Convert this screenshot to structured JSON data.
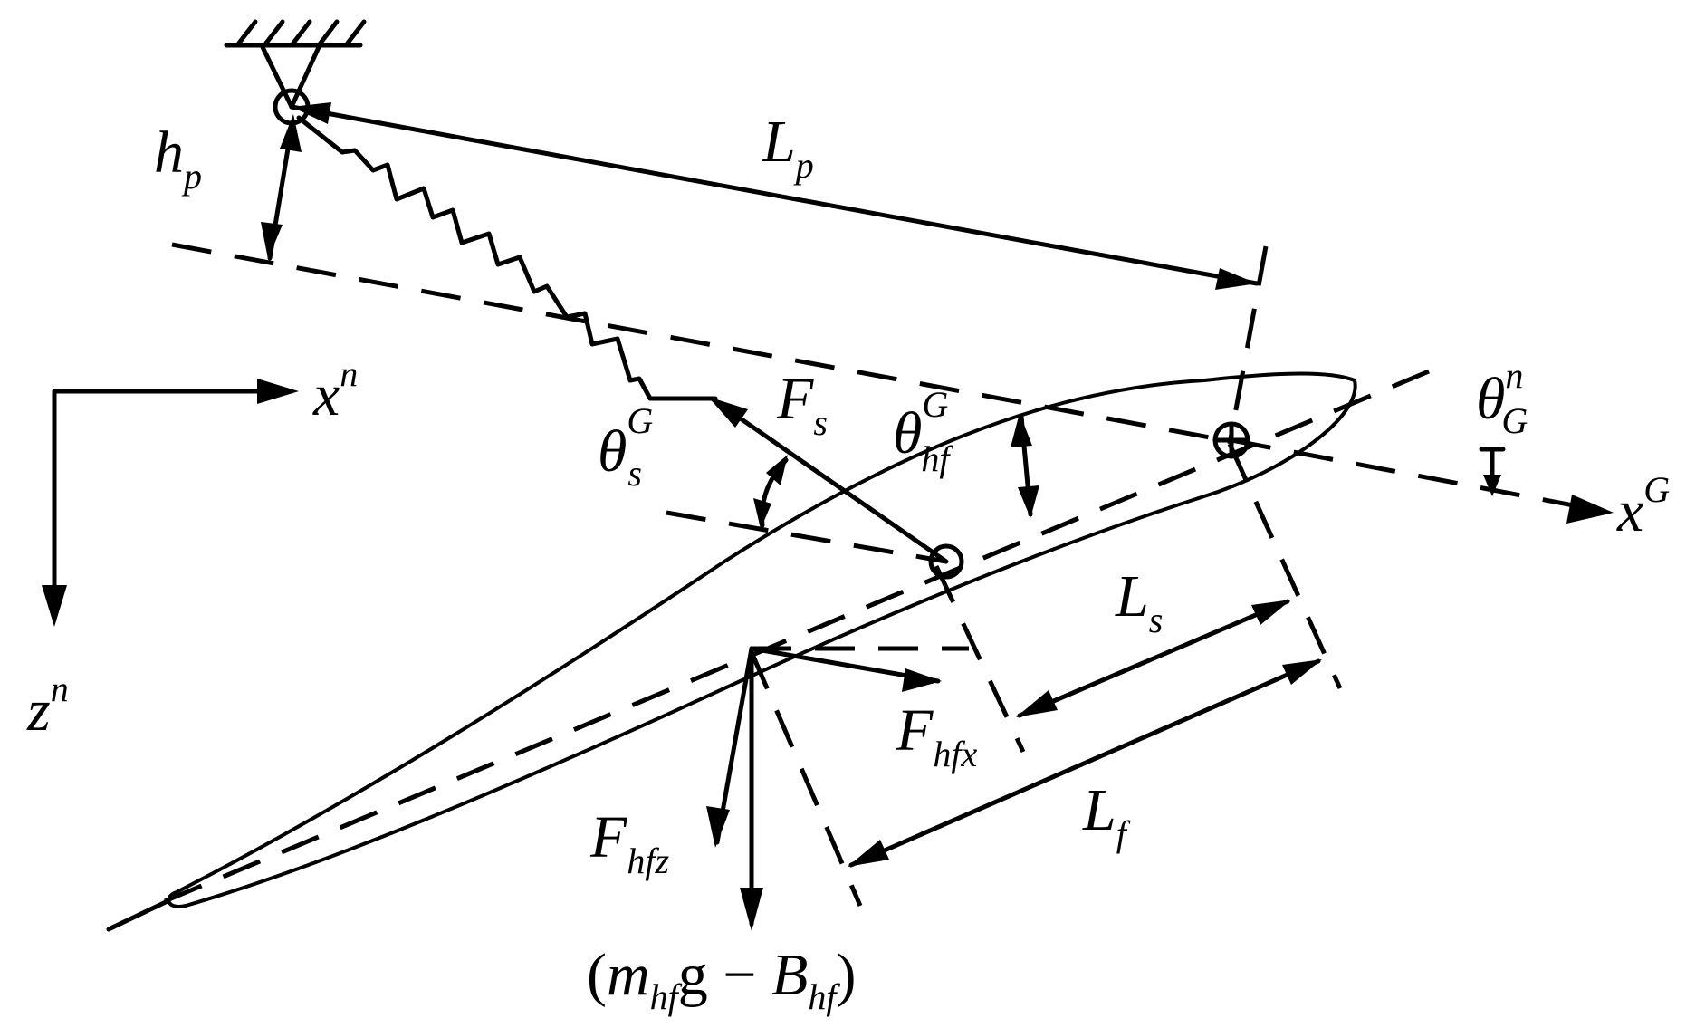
{
  "labels": {
    "h": "h",
    "h_sub": "p",
    "L_p": "L",
    "L_p_sub": "p",
    "x_n": "x",
    "x_n_sup": "n",
    "z_n": "z",
    "z_n_sup": "n",
    "theta_s": "θ",
    "theta_s_sub": "s",
    "theta_s_sup": "G",
    "F_s": "F",
    "F_s_sub": "s",
    "theta_hf": "θ",
    "theta_hf_sub": "hf",
    "theta_hf_sup": "G",
    "theta_G": "θ",
    "theta_G_sub": "G",
    "theta_G_sup": "n",
    "x_G": "x",
    "x_G_sup": "G",
    "L_s": "L",
    "L_s_sub": "s",
    "L_f": "L",
    "L_f_sub": "f",
    "F_hfx": "F",
    "F_hfx_sub": "hfx",
    "F_hfz": "F",
    "F_hfz_sub": "hfz",
    "weight_open": "(",
    "weight_m": "m",
    "weight_m_sub": "hf",
    "weight_g": "g",
    "weight_minus": " − ",
    "weight_B": "B",
    "weight_B_sub": "hf",
    "weight_close": ")"
  }
}
